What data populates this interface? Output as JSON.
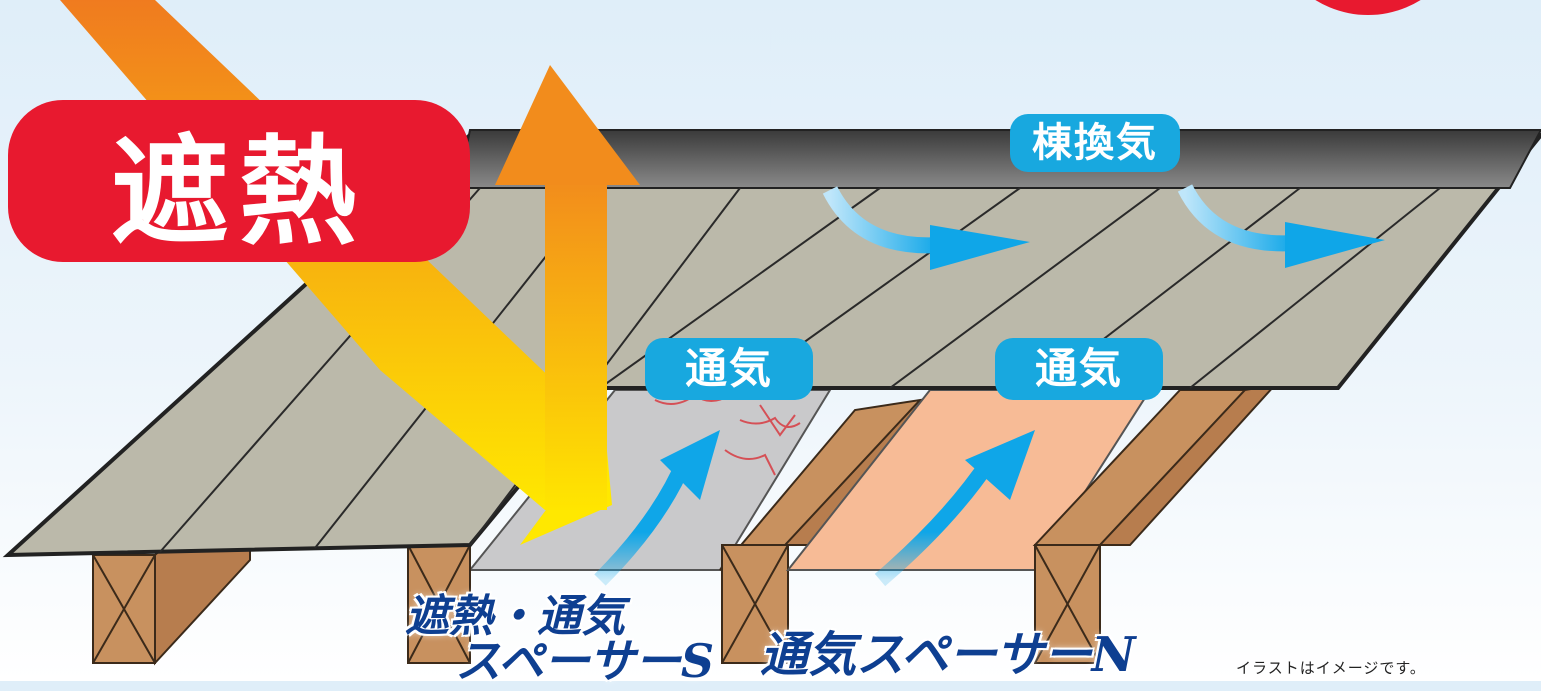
{
  "labels": {
    "heat_shield": "遮熱",
    "ridge_vent": "棟換気",
    "ventilation_left": "通気",
    "ventilation_right": "通気"
  },
  "products": {
    "spacer_s_line1": "遮熱・通気",
    "spacer_s_line2": "スペーサーS",
    "spacer_n": "通気スペーサーN"
  },
  "note": "イラストはイメージです。",
  "colors": {
    "badge_red": "#e8192f",
    "pill_blue": "#18a8df",
    "product_text_navy": "#0e3f91",
    "roof_gray": "#bbb9aa",
    "timber_brown": "#c8915f",
    "copper_sheet": "#f7bb96",
    "silver_sheet": "#c9c9cb"
  },
  "icons": [
    "sun-ray-arrow",
    "airflow-arrow"
  ]
}
